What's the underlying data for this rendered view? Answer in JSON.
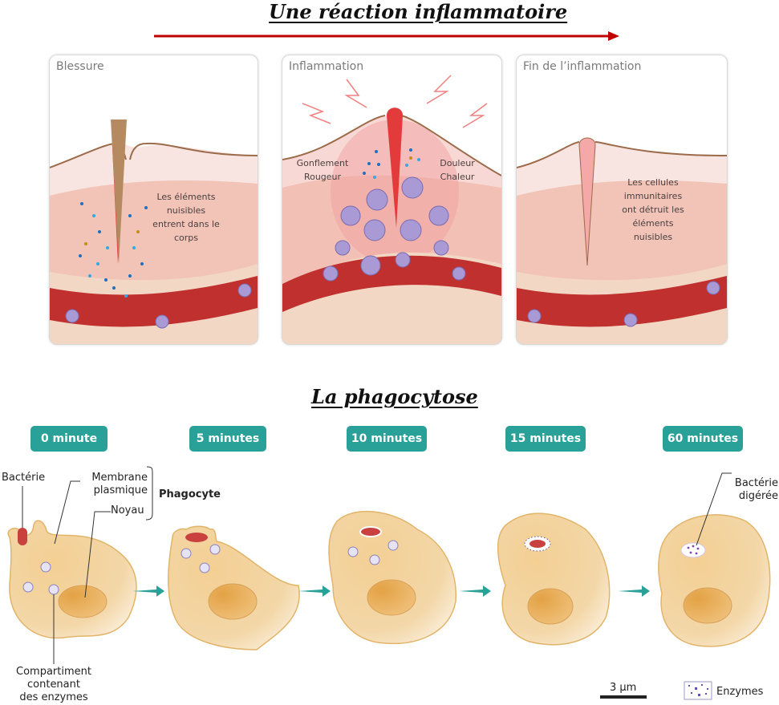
{
  "inflammation": {
    "title": "Une réaction inflammatoire",
    "panels": [
      {
        "title": "Blessure",
        "text": [
          "Les éléments",
          "nuisibles",
          "entrent dans le",
          "corps"
        ]
      },
      {
        "title": "Inflammation",
        "text_left": [
          "Gonflement",
          "Rougeur"
        ],
        "text_right": [
          "Douleur",
          "Chaleur"
        ]
      },
      {
        "title": "Fin de l’inflammation",
        "text": [
          "Les cellules",
          "immunitaires",
          "ont détruit les",
          "éléments",
          "nuisibles"
        ]
      }
    ],
    "colors": {
      "arrow": "#c00000",
      "vessel": "#c0302f",
      "skin_top": "#f8e4e0",
      "skin_mid": "#f2c4b8",
      "skin_deep": "#f2d8c4",
      "cell": "#a99ad6"
    }
  },
  "phagocytose": {
    "title": "La phagocytose",
    "stages": [
      {
        "label": "0 minute"
      },
      {
        "label": "5 minutes"
      },
      {
        "label": "10 minutes"
      },
      {
        "label": "15 minutes"
      },
      {
        "label": "60 minutes"
      }
    ],
    "labels": {
      "bacterie": "Bactérie",
      "membrane": [
        "Membrane",
        "plasmique"
      ],
      "noyau": "Noyau",
      "phagocyte": "Phagocyte",
      "compartiment": [
        "Compartiment",
        "contenant",
        "des enzymes"
      ],
      "bacterie_digeree": [
        "Bactérie",
        "digérée"
      ]
    },
    "scale_bar": "3 µm",
    "legend_enzymes": "Enzymes",
    "colors": {
      "badge": "#2aa198",
      "cell": "#f3cf93",
      "nucleus": "#e3a857",
      "bacteria": "#c8413f",
      "enzyme": "#6b4fb0",
      "arrow": "#2aa198"
    }
  }
}
